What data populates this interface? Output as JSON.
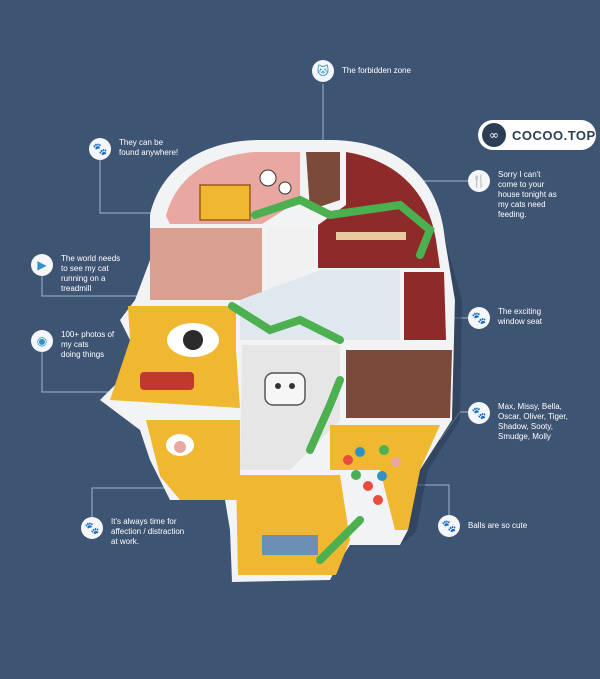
{
  "logo": {
    "text": "COCOO.TOP",
    "icon": "link-icon"
  },
  "callouts": [
    {
      "id": "forbidden",
      "text": "The forbidden zone",
      "icon": "cat-head-icon"
    },
    {
      "id": "anywhere",
      "text": "They can be\nfound anywhere!",
      "icon": "paw-icon"
    },
    {
      "id": "treadmill",
      "text": "The world needs\nto see my cat\nrunning on a\ntreadmill",
      "icon": "video-icon"
    },
    {
      "id": "photos",
      "text": "100+ photos of\nmy cats\ndoing things",
      "icon": "camera-icon"
    },
    {
      "id": "sorry",
      "text": "Sorry I can't\ncome to your\nhouse tonight as\nmy cats need\nfeeding.",
      "icon": "fork-knife-icon"
    },
    {
      "id": "window",
      "text": "The exciting\nwindow seat",
      "icon": "paw-icon"
    },
    {
      "id": "names",
      "text": "Max, Missy, Bella,\nOscar, Oliver, Tiger,\nShadow, Sooty,\nSmudge, Molly",
      "icon": "paw-icon"
    },
    {
      "id": "work",
      "text": "It's always time for\naffection / distraction\nat work.",
      "icon": "paw-icon"
    },
    {
      "id": "balls",
      "text": "Balls are so cute",
      "icon": "paw-icon"
    }
  ],
  "colors": {
    "background": "#3e5473",
    "accent": "#2e93c4",
    "head_outline": "#f2f3f5",
    "yellow": "#f0b830",
    "red": "#8f2a2a",
    "pink": "#e8a7a0",
    "brown": "#7b4a3a",
    "green": "#4caf50"
  }
}
